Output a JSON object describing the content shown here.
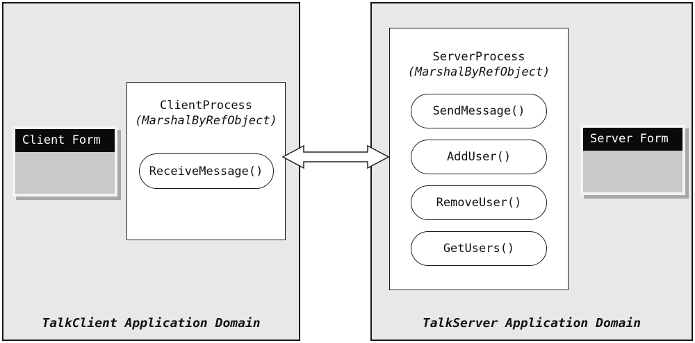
{
  "diagram": {
    "client_domain": {
      "label": "TalkClient Application Domain",
      "form": {
        "title": "Client Form"
      },
      "process": {
        "name": "ClientProcess",
        "base": "(MarshalByRefObject)",
        "methods": [
          "ReceiveMessage()"
        ]
      }
    },
    "server_domain": {
      "label": "TalkServer Application Domain",
      "form": {
        "title": "Server Form"
      },
      "process": {
        "name": "ServerProcess",
        "base": "(MarshalByRefObject)",
        "methods": [
          "SendMessage()",
          "AddUser()",
          "RemoveUser()",
          "GetUsers()"
        ]
      }
    },
    "colors": {
      "domain_fill": "#e8e8e8",
      "border": "#151515",
      "form_title_bg": "#0a0a0a",
      "form_title_text": "#ffffff",
      "form_body": "#c9c9c9",
      "form_shadow": "#a8a8a8",
      "oval_fill": "#ffffff"
    }
  }
}
